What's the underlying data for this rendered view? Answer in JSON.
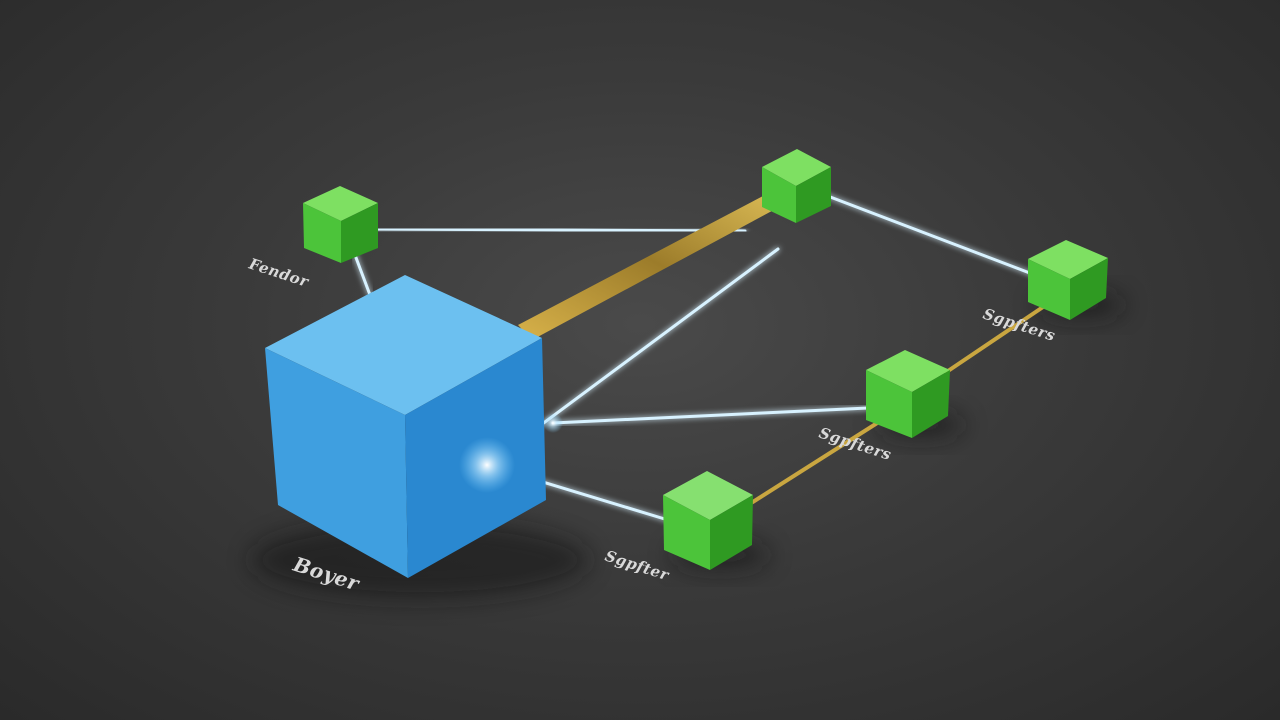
{
  "diagram": {
    "hub": {
      "label": "Boyer",
      "color": "#3f9fe0"
    },
    "nodes": [
      {
        "id": "n1",
        "label": "Fendor",
        "color": "#4cc43a"
      },
      {
        "id": "n2",
        "label": "",
        "color": "#4cc43a"
      },
      {
        "id": "n3",
        "label": "Sgpfters",
        "color": "#4cc43a"
      },
      {
        "id": "n4",
        "label": "Sgpfters",
        "color": "#4cc43a"
      },
      {
        "id": "n5",
        "label": "Sgpfter",
        "color": "#4cc43a"
      }
    ],
    "link_colors": {
      "light": "#d8f2ff",
      "gold": "#c9a640"
    }
  }
}
